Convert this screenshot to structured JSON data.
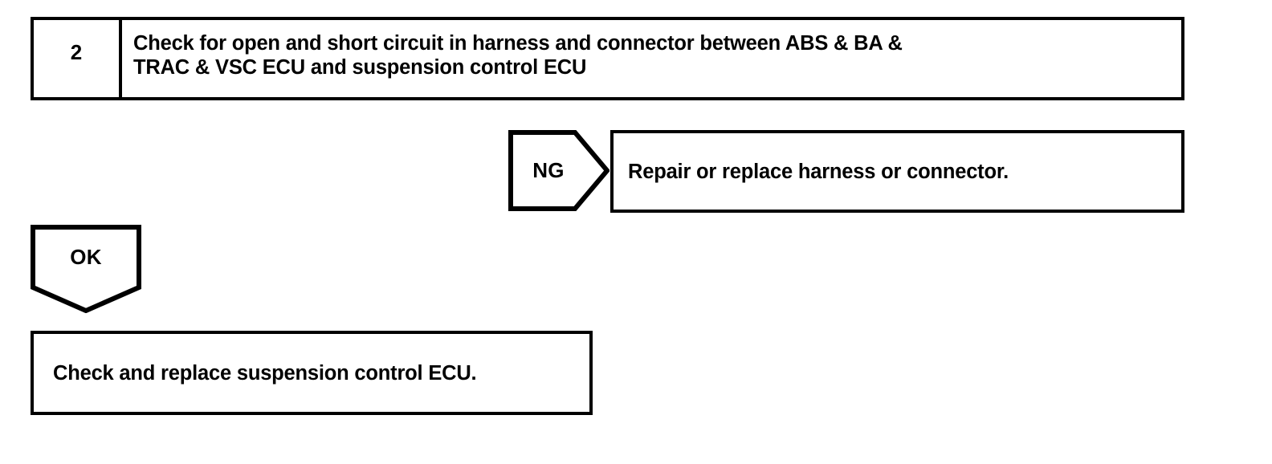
{
  "diagram": {
    "type": "troubleshooting-flowchart",
    "line_color": "#000000",
    "background_color": "#ffffff"
  },
  "step": {
    "number": "2",
    "description": "Check for open and short circuit in harness and connector between ABS & BA &\nTRAC & VSC ECU and suspension control ECU"
  },
  "branches": {
    "ng": {
      "label": "NG",
      "result": "Repair or replace harness or connector."
    },
    "ok": {
      "label": "OK",
      "result": "Check and replace suspension control ECU."
    }
  }
}
